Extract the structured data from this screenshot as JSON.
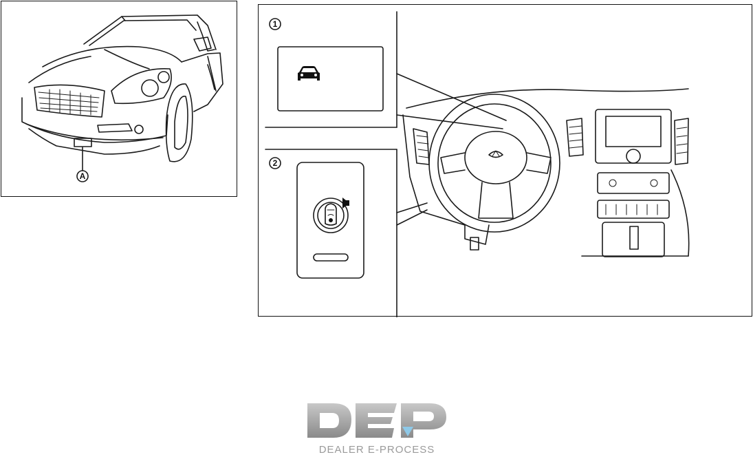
{
  "figure": {
    "callout_a": "A",
    "callout_1": "1",
    "callout_2": "2"
  },
  "icons": {
    "car_indicator": "front-car-icon",
    "sonar_switch": "sonar-sensor-switch-icon"
  },
  "watermark": {
    "logo_mark": "DEP",
    "logo_text": "DEALER E-PROCESS",
    "accent_color": "#8ec9e8",
    "gray_color": "#a8a8a8"
  }
}
